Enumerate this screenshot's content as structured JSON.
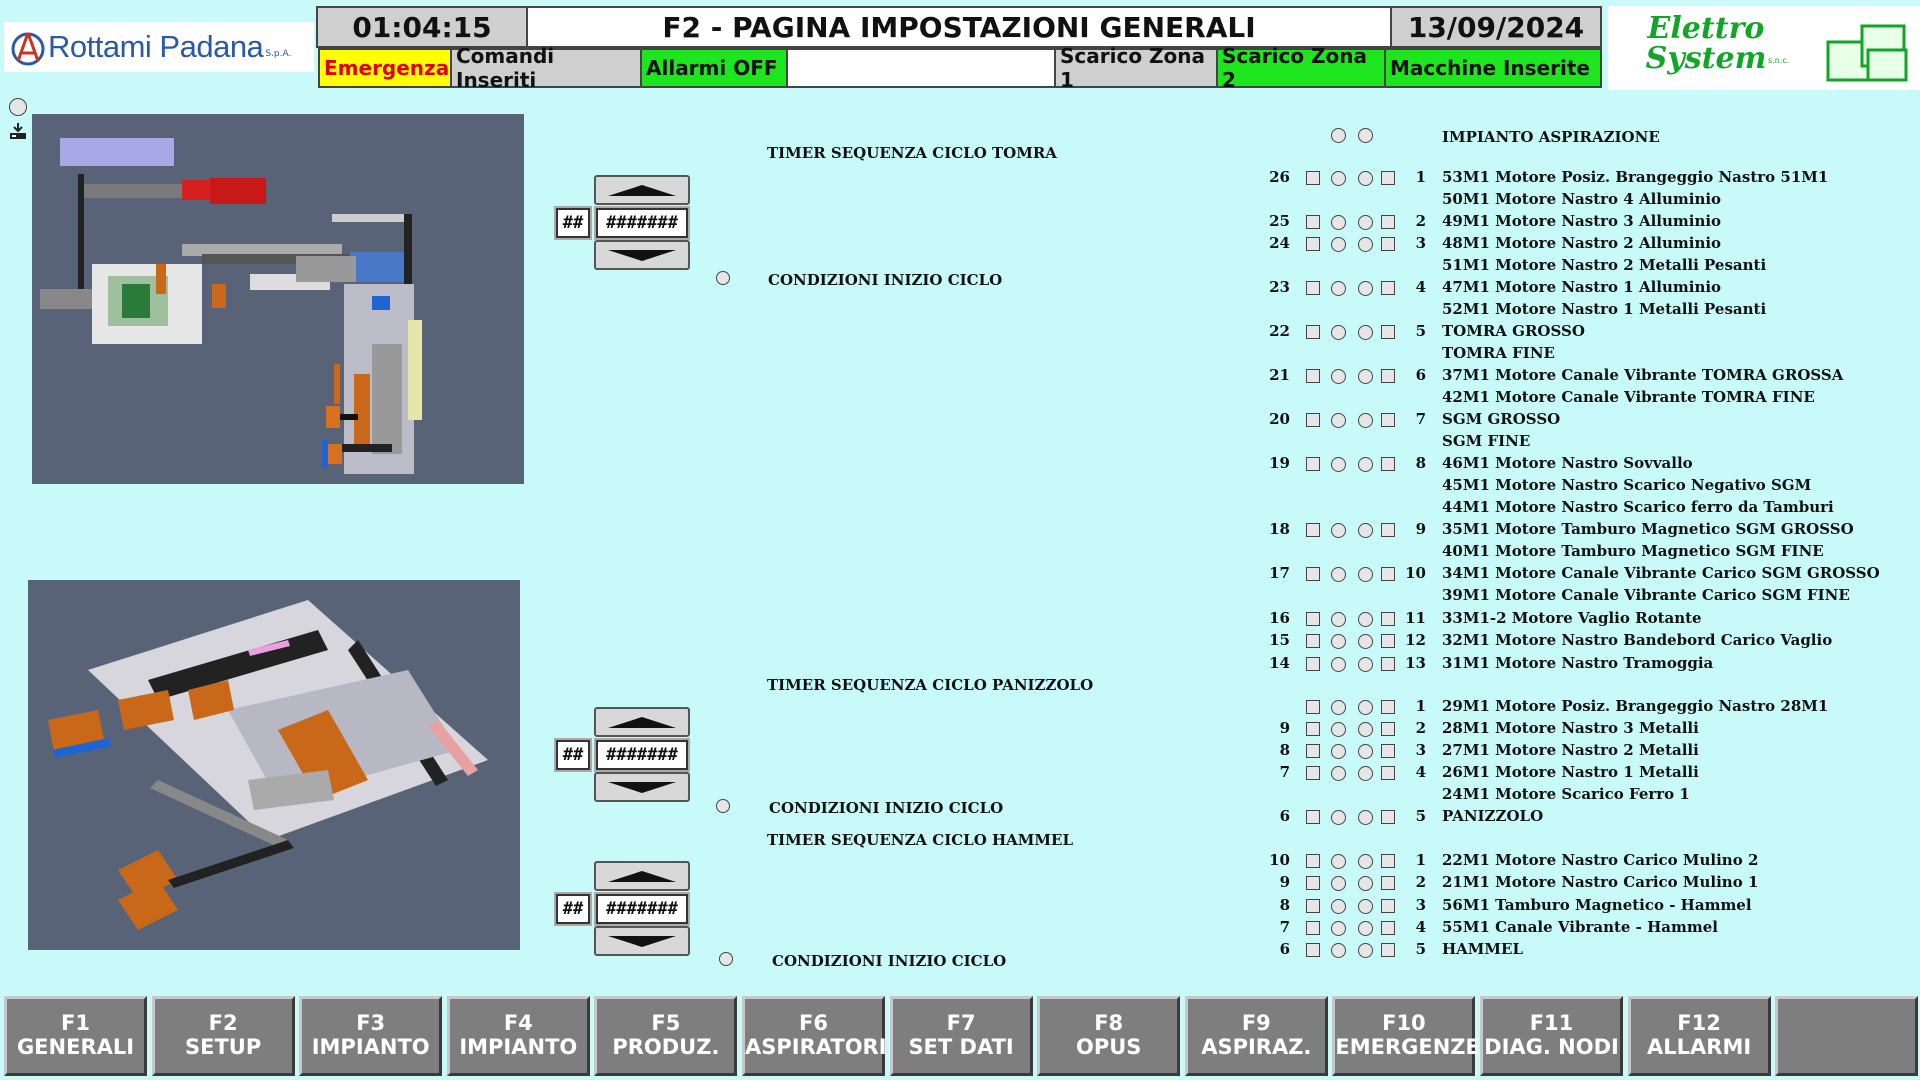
{
  "header": {
    "left_logo": "Rottami Padana",
    "left_logo_suffix": "S.p.A.",
    "time": "01:04:15",
    "title": "F2 - PAGINA IMPOSTAZIONI GENERALI",
    "date": "13/09/2024",
    "right_logo": "Elettro System",
    "right_logo_suffix": "s.n.c."
  },
  "status_bar": [
    {
      "label": "Emergenza",
      "color": "#ffff00"
    },
    {
      "label": "Comandi Inseriti",
      "color": "#cfcfcf"
    },
    {
      "label": "Allarmi OFF",
      "color": "#1ee61e"
    },
    {
      "label": "",
      "color": "#ffffff"
    },
    {
      "label": "Scarico Zona 1",
      "color": "#cfcfcf"
    },
    {
      "label": "Scarico Zona 2",
      "color": "#1ee61e"
    },
    {
      "label": "Macchine Inserite",
      "color": "#1ee61e"
    }
  ],
  "timers": [
    {
      "label": "TIMER SEQUENZA CICLO TOMRA",
      "small_value": "##",
      "value": "#######",
      "condition": "CONDIZIONI INIZIO CICLO"
    },
    {
      "label": "TIMER SEQUENZA CICLO PANIZZOLO",
      "small_value": "##",
      "value": "#######",
      "condition": "CONDIZIONI INIZIO CICLO"
    },
    {
      "label": "TIMER SEQUENZA CICLO HAMMEL",
      "small_value": "##",
      "value": "#######",
      "condition": "CONDIZIONI INIZIO CICLO"
    }
  ],
  "aspirazione_label": "IMPIANTO ASPIRAZIONE",
  "motor_rows": [
    {
      "left": "26",
      "right": "1",
      "text": "53M1 Motore Posiz. Brangeggio Nastro 51M1",
      "controls": true
    },
    {
      "left": "",
      "right": "",
      "text": "50M1 Motore Nastro 4 Alluminio",
      "controls": false
    },
    {
      "left": "25",
      "right": "2",
      "text": "49M1 Motore Nastro 3 Alluminio",
      "controls": true
    },
    {
      "left": "24",
      "right": "3",
      "text": "48M1 Motore Nastro 2 Alluminio",
      "controls": true
    },
    {
      "left": "",
      "right": "",
      "text": "51M1 Motore Nastro 2 Metalli Pesanti",
      "controls": false
    },
    {
      "left": "23",
      "right": "4",
      "text": "47M1 Motore Nastro 1 Alluminio",
      "controls": true
    },
    {
      "left": "",
      "right": "",
      "text": "52M1 Motore Nastro 1 Metalli Pesanti",
      "controls": false
    },
    {
      "left": "22",
      "right": "5",
      "text": "TOMRA GROSSO",
      "controls": true
    },
    {
      "left": "",
      "right": "",
      "text": "TOMRA FINE",
      "controls": false
    },
    {
      "left": "21",
      "right": "6",
      "text": "37M1 Motore Canale Vibrante TOMRA GROSSA",
      "controls": true
    },
    {
      "left": "",
      "right": "",
      "text": "42M1 Motore Canale Vibrante TOMRA FINE",
      "controls": false
    },
    {
      "left": "20",
      "right": "7",
      "text": "SGM GROSSO",
      "controls": true
    },
    {
      "left": "",
      "right": "",
      "text": "SGM FINE",
      "controls": false
    },
    {
      "left": "19",
      "right": "8",
      "text": "46M1 Motore Nastro Sovvallo",
      "controls": true
    },
    {
      "left": "",
      "right": "",
      "text": "45M1 Motore Nastro Scarico Negativo SGM",
      "controls": false
    },
    {
      "left": "",
      "right": "",
      "text": "44M1 Motore Nastro Scarico ferro da Tamburi",
      "controls": false
    },
    {
      "left": "18",
      "right": "9",
      "text": "35M1 Motore Tamburo Magnetico SGM GROSSO",
      "controls": true
    },
    {
      "left": "",
      "right": "",
      "text": "40M1 Motore Tamburo Magnetico SGM FINE",
      "controls": false
    },
    {
      "left": "17",
      "right": "10",
      "text": "34M1 Motore Canale Vibrante Carico SGM GROSSO",
      "controls": true
    },
    {
      "left": "",
      "right": "",
      "text": "39M1 Motore Canale Vibrante Carico SGM FINE",
      "controls": false
    },
    {
      "left": "16",
      "right": "11",
      "text": "33M1-2 Motore Vaglio Rotante",
      "controls": true
    },
    {
      "left": "15",
      "right": "12",
      "text": "32M1 Motore Nastro Bandebord Carico Vaglio",
      "controls": true
    },
    {
      "left": "14",
      "right": "13",
      "text": "31M1 Motore Nastro Tramoggia",
      "controls": true
    },
    {
      "left": "",
      "right": "1",
      "text": "29M1 Motore Posiz. Brangeggio Nastro 28M1",
      "controls": true
    },
    {
      "left": "9",
      "right": "2",
      "text": "28M1 Motore Nastro 3 Metalli",
      "controls": true
    },
    {
      "left": "8",
      "right": "3",
      "text": "27M1 Motore Nastro 2 Metalli",
      "controls": true
    },
    {
      "left": "7",
      "right": "4",
      "text": "26M1 Motore Nastro 1 Metalli",
      "controls": true
    },
    {
      "left": "",
      "right": "",
      "text": "24M1 Motore Scarico Ferro 1",
      "controls": false
    },
    {
      "left": "6",
      "right": "5",
      "text": "PANIZZOLO",
      "controls": true
    },
    {
      "left": "10",
      "right": "1",
      "text": "22M1 Motore Nastro Carico Mulino 2",
      "controls": true
    },
    {
      "left": "9",
      "right": "2",
      "text": "21M1 Motore Nastro Carico Mulino 1",
      "controls": true
    },
    {
      "left": "8",
      "right": "3",
      "text": "56M1 Tamburo Magnetico - Hammel",
      "controls": true
    },
    {
      "left": "7",
      "right": "4",
      "text": "55M1 Canale Vibrante - Hammel",
      "controls": true
    },
    {
      "left": "6",
      "right": "5",
      "text": "HAMMEL",
      "controls": true
    }
  ],
  "function_keys": [
    {
      "key": "F1",
      "label": "GENERALI"
    },
    {
      "key": "F2",
      "label": "SETUP"
    },
    {
      "key": "F3",
      "label": "IMPIANTO"
    },
    {
      "key": "F4",
      "label": "IMPIANTO"
    },
    {
      "key": "F5",
      "label": "PRODUZ."
    },
    {
      "key": "F6",
      "label": "ASPIRATORI"
    },
    {
      "key": "F7",
      "label": "SET DATI"
    },
    {
      "key": "F8",
      "label": "OPUS"
    },
    {
      "key": "F9",
      "label": "ASPIRAZ."
    },
    {
      "key": "F10",
      "label": "EMERGENZE"
    },
    {
      "key": "F11",
      "label": "DIAG. NODI"
    },
    {
      "key": "F12",
      "label": "ALLARMI"
    },
    {
      "key": "",
      "label": ""
    }
  ],
  "colors": {
    "background": "#c8fafa",
    "fkey": "#7e7e7e",
    "plant_bg": "#596378",
    "brand_green": "#12a52a",
    "brand_blue": "#2a5aa5"
  }
}
